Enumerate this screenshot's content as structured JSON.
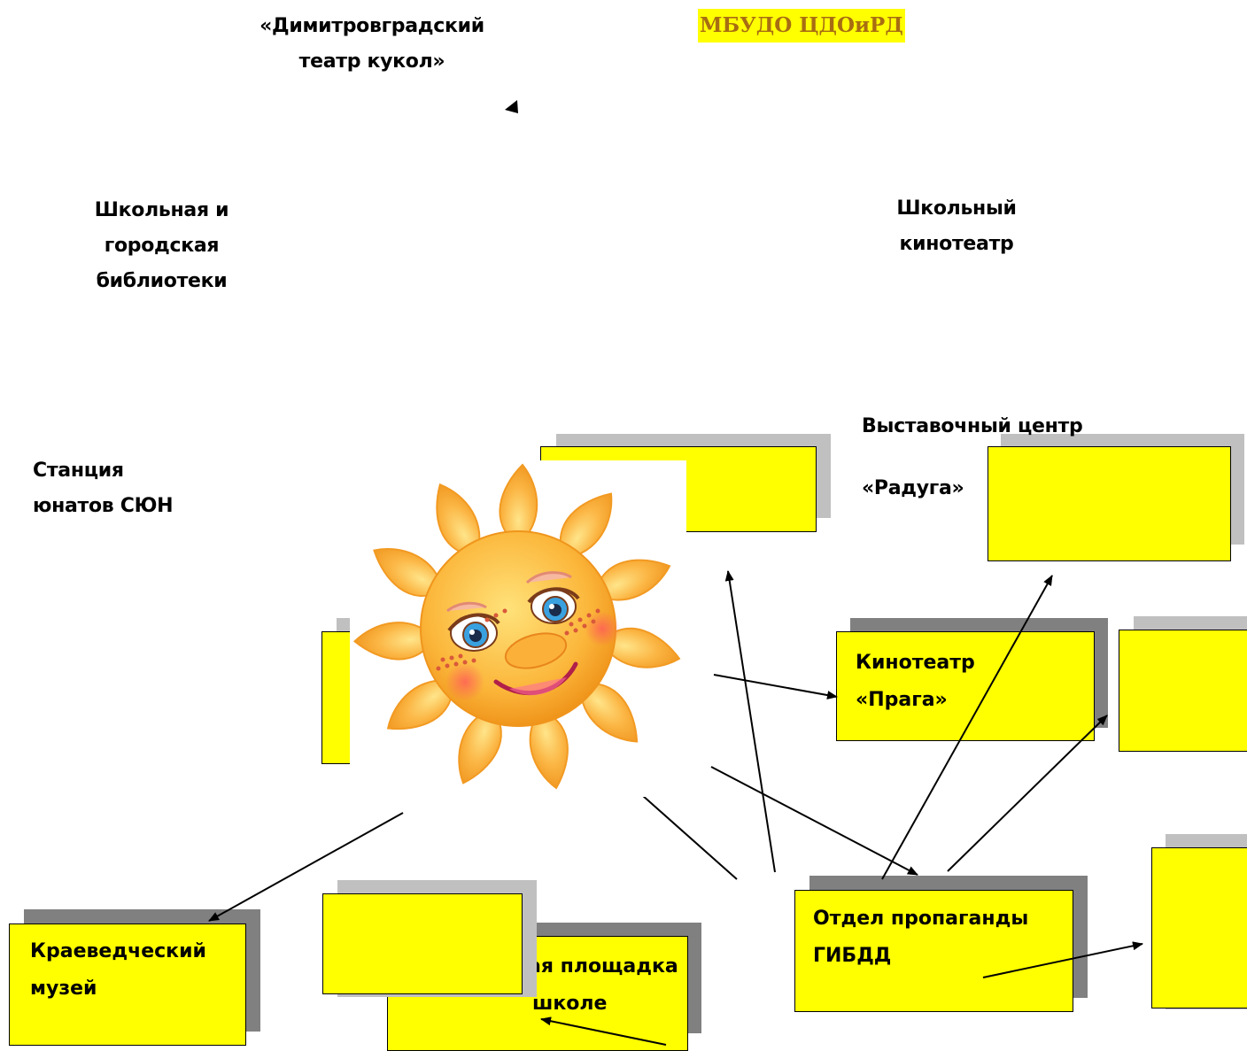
{
  "labels": {
    "puppet_theatre_line1": "«Димитровградский",
    "puppet_theatre_line2": "театр кукол»",
    "center_org": "МБУДО ЦДОиРД",
    "library_line1": "Школьная и",
    "library_line2": "городская",
    "library_line3": "библиотеки",
    "school_cinema_line1": "Школьный",
    "school_cinema_line2": "кинотеатр",
    "exhibition_line1": "Выставочный центр",
    "exhibition_line2": "«Радуга»",
    "station_line1": "Станция",
    "station_line2": "юнатов СЮН"
  },
  "boxes": {
    "cinema_praga_line1": "Кинотеатр",
    "cinema_praga_line2": "«Прага»",
    "traffic_police_line1": "Отдел пропаганды",
    "traffic_police_line2": "ГИБДД",
    "museum_line1": "Краеведческий",
    "museum_line2": "музей",
    "playground_line1": "ая площадка",
    "playground_line2": "школе"
  },
  "colors": {
    "box_fill": "#ffff00",
    "shadow_dark": "#808080",
    "shadow_light": "#c0c0c0",
    "highlight_text": "#a86d12"
  }
}
